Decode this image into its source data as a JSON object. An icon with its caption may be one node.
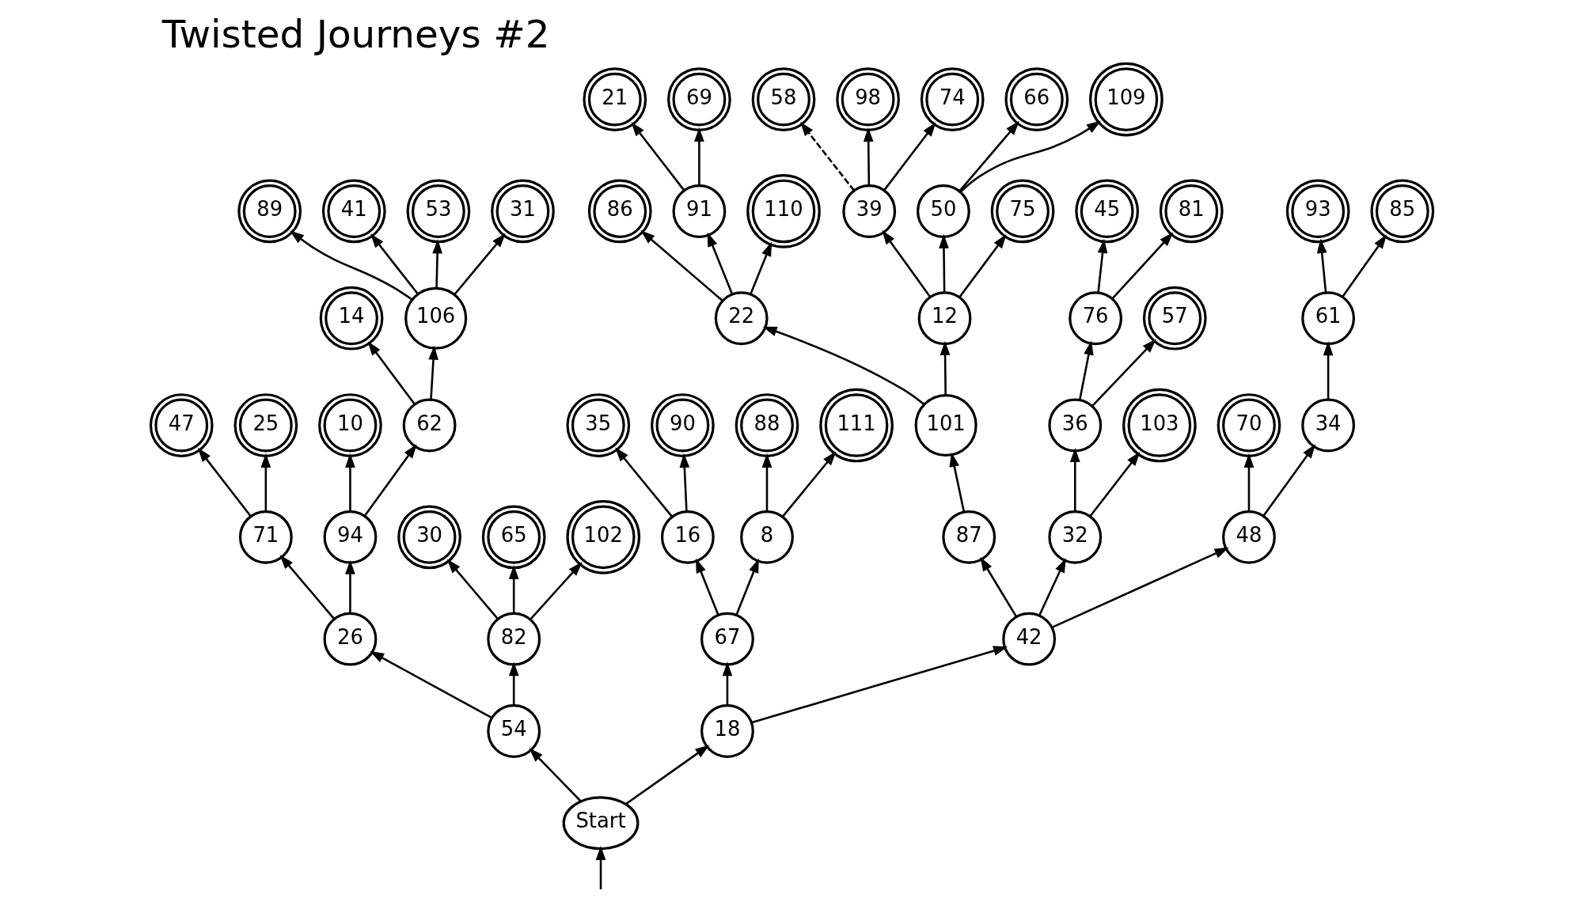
{
  "diagram": {
    "title": "Twisted Journeys #2",
    "nodes": [
      {
        "text": [
          "Start"
        ]
      },
      {
        "text": [
          "54"
        ]
      },
      {
        "text": [
          "26"
        ]
      },
      {
        "text": [
          "71"
        ]
      },
      {
        "text": [
          "47"
        ]
      },
      {
        "text": [
          "25"
        ]
      },
      {
        "text": [
          "94"
        ]
      },
      {
        "text": [
          "10"
        ]
      },
      {
        "text": [
          "62"
        ]
      },
      {
        "text": [
          "14"
        ]
      },
      {
        "text": [
          "106"
        ]
      },
      {
        "text": [
          "89"
        ]
      },
      {
        "text": [
          "41"
        ]
      },
      {
        "text": [
          "53"
        ]
      },
      {
        "text": [
          "31"
        ]
      },
      {
        "text": [
          "82"
        ]
      },
      {
        "text": [
          "30"
        ]
      },
      {
        "text": [
          "65"
        ]
      },
      {
        "text": [
          "102"
        ]
      },
      {
        "text": [
          "18"
        ]
      },
      {
        "text": [
          "67"
        ]
      },
      {
        "text": [
          "16"
        ]
      },
      {
        "text": [
          "35"
        ]
      },
      {
        "text": [
          "90"
        ]
      },
      {
        "text": [
          "8"
        ]
      },
      {
        "text": [
          "88"
        ]
      },
      {
        "text": [
          "111"
        ]
      },
      {
        "text": [
          "42"
        ]
      },
      {
        "text": [
          "87"
        ]
      },
      {
        "text": [
          "101"
        ]
      },
      {
        "text": [
          "22"
        ]
      },
      {
        "text": [
          "86"
        ]
      },
      {
        "text": [
          "91"
        ]
      },
      {
        "text": [
          "21"
        ]
      },
      {
        "text": [
          "69"
        ]
      },
      {
        "text": [
          "110"
        ]
      },
      {
        "text": [
          "12"
        ]
      },
      {
        "text": [
          "39"
        ]
      },
      {
        "text": [
          "58"
        ]
      },
      {
        "text": [
          "98"
        ]
      },
      {
        "text": [
          "74"
        ]
      },
      {
        "text": [
          "50"
        ]
      },
      {
        "text": [
          "66"
        ]
      },
      {
        "text": [
          "109"
        ]
      },
      {
        "text": [
          "75"
        ]
      },
      {
        "text": [
          "32"
        ]
      },
      {
        "text": [
          "36"
        ]
      },
      {
        "text": [
          "76"
        ]
      },
      {
        "text": [
          "45"
        ]
      },
      {
        "text": [
          "81"
        ]
      },
      {
        "text": [
          "57"
        ]
      },
      {
        "text": [
          "103"
        ]
      },
      {
        "text": [
          "48"
        ]
      },
      {
        "text": [
          "70"
        ]
      },
      {
        "text": [
          "34"
        ]
      },
      {
        "text": [
          "61"
        ]
      },
      {
        "text": [
          "93"
        ]
      },
      {
        "text": [
          "85"
        ]
      }
    ],
    "edges": [
      {
        "from": null,
        "to": 0,
        "arrow": "to"
      },
      {
        "from": 0,
        "to": 1,
        "arrow": "to"
      },
      {
        "from": 0,
        "to": 19,
        "arrow": "to"
      },
      {
        "from": 1,
        "to": 2,
        "arrow": "to"
      },
      {
        "from": 1,
        "to": 15,
        "arrow": "to"
      },
      {
        "from": 2,
        "to": 3,
        "arrow": "to"
      },
      {
        "from": 2,
        "to": 6,
        "arrow": "to"
      },
      {
        "from": 3,
        "to": 4,
        "arrow": "to"
      },
      {
        "from": 3,
        "to": 5,
        "arrow": "to"
      },
      {
        "from": 6,
        "to": 7,
        "arrow": "to"
      },
      {
        "from": 6,
        "to": 8,
        "arrow": "to"
      },
      {
        "from": 8,
        "to": 9,
        "arrow": "to"
      },
      {
        "from": 8,
        "to": 10,
        "arrow": "to"
      },
      {
        "from": 10,
        "to": 11,
        "arrow": "to"
      },
      {
        "from": 10,
        "to": 12,
        "arrow": "to"
      },
      {
        "from": 10,
        "to": 13,
        "arrow": "to"
      },
      {
        "from": 10,
        "to": 14,
        "arrow": "to"
      },
      {
        "from": 15,
        "to": 16,
        "arrow": "to"
      },
      {
        "from": 15,
        "to": 17,
        "arrow": "to"
      },
      {
        "from": 15,
        "to": 18,
        "arrow": "to"
      },
      {
        "from": 19,
        "to": 20,
        "arrow": "to"
      },
      {
        "from": 19,
        "to": 27,
        "arrow": "to"
      },
      {
        "from": 20,
        "to": 21,
        "arrow": "to"
      },
      {
        "from": 20,
        "to": 24,
        "arrow": "to"
      },
      {
        "from": 21,
        "to": 22,
        "arrow": "to"
      },
      {
        "from": 21,
        "to": 23,
        "arrow": "to"
      },
      {
        "from": 24,
        "to": 25,
        "arrow": "to"
      },
      {
        "from": 24,
        "to": 26,
        "arrow": "to"
      },
      {
        "from": 27,
        "to": 28,
        "arrow": "to"
      },
      {
        "from": 27,
        "to": 45,
        "arrow": "to"
      },
      {
        "from": 27,
        "to": 52,
        "arrow": "to"
      },
      {
        "from": 28,
        "to": 29,
        "arrow": "to"
      },
      {
        "from": 29,
        "to": 30,
        "arrow": "to"
      },
      {
        "from": 29,
        "to": 36,
        "arrow": "to"
      },
      {
        "from": 30,
        "to": 31,
        "arrow": "to"
      },
      {
        "from": 30,
        "to": 32,
        "arrow": "to"
      },
      {
        "from": 30,
        "to": 35,
        "arrow": "to"
      },
      {
        "from": 32,
        "to": 33,
        "arrow": "to"
      },
      {
        "from": 32,
        "to": 34,
        "arrow": "to"
      },
      {
        "from": 36,
        "to": 37,
        "arrow": "to"
      },
      {
        "from": 36,
        "to": 41,
        "arrow": "to"
      },
      {
        "from": 36,
        "to": 44,
        "arrow": "to"
      },
      {
        "from": 37,
        "to": 38,
        "arrow": "to",
        "style": "dashed"
      },
      {
        "from": 37,
        "to": 39,
        "arrow": "to"
      },
      {
        "from": 37,
        "to": 40,
        "arrow": "to"
      },
      {
        "from": 41,
        "to": 42,
        "arrow": "to"
      },
      {
        "from": 41,
        "to": 43,
        "arrow": "to"
      },
      {
        "from": 45,
        "to": 46,
        "arrow": "to"
      },
      {
        "from": 45,
        "to": 51,
        "arrow": "to"
      },
      {
        "from": 46,
        "to": 47,
        "arrow": "to"
      },
      {
        "from": 46,
        "to": 50,
        "arrow": "to"
      },
      {
        "from": 47,
        "to": 48,
        "arrow": "to"
      },
      {
        "from": 47,
        "to": 49,
        "arrow": "to"
      },
      {
        "from": 52,
        "to": 53,
        "arrow": "to"
      },
      {
        "from": 52,
        "to": 54,
        "arrow": "to"
      },
      {
        "from": 54,
        "to": 55,
        "arrow": "to"
      },
      {
        "from": 55,
        "to": 56,
        "arrow": "to"
      },
      {
        "from": 55,
        "to": 57,
        "arrow": "to"
      }
    ]
  }
}
